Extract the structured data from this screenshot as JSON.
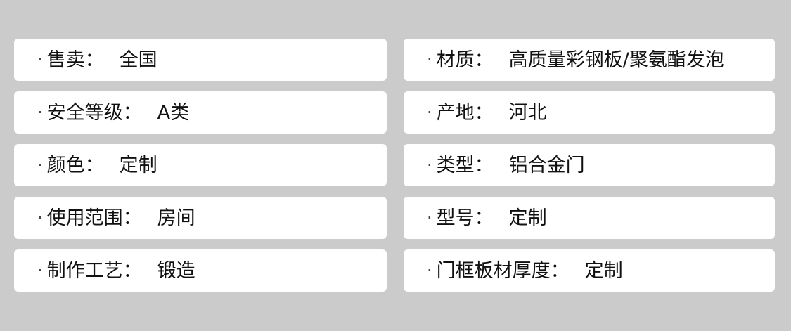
{
  "bullet": "·",
  "left_items": [
    {
      "label": "售卖：",
      "value": "全国"
    },
    {
      "label": "安全等级：",
      "value": "A类"
    },
    {
      "label": "颜色：",
      "value": "定制"
    },
    {
      "label": "使用范围：",
      "value": "房间"
    },
    {
      "label": "制作工艺：",
      "value": "锻造"
    }
  ],
  "right_items": [
    {
      "label": "材质：",
      "value": "高质量彩钢板/聚氨酯发泡"
    },
    {
      "label": "产地：",
      "value": "河北"
    },
    {
      "label": "类型：",
      "value": "铝合金门"
    },
    {
      "label": "型号：",
      "value": "定制"
    },
    {
      "label": "门框板材厚度：",
      "value": "定制"
    }
  ]
}
